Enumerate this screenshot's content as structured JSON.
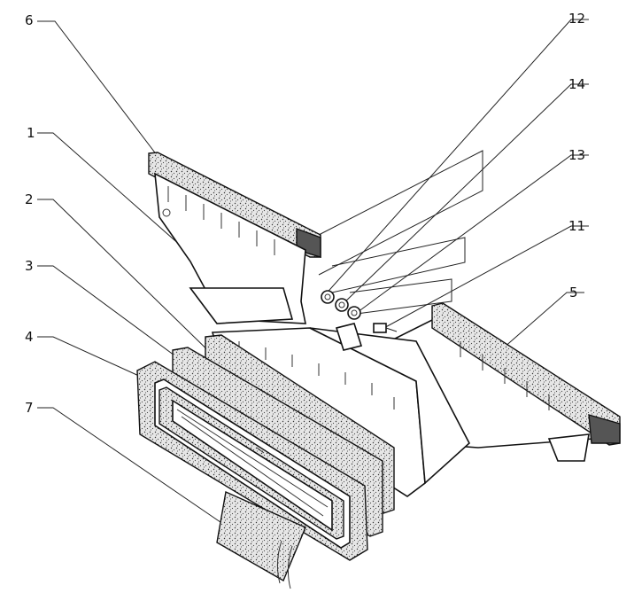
{
  "callouts": {
    "c1": "1",
    "c2": "2",
    "c3": "3",
    "c4": "4",
    "c5": "5",
    "c6": "6",
    "c7": "7",
    "c11": "11",
    "c12": "12",
    "c13": "13",
    "c14": "14"
  },
  "colors": {
    "ink": "#111111",
    "paper": "#ffffff",
    "gasket_fill": "#d9d9d9"
  }
}
